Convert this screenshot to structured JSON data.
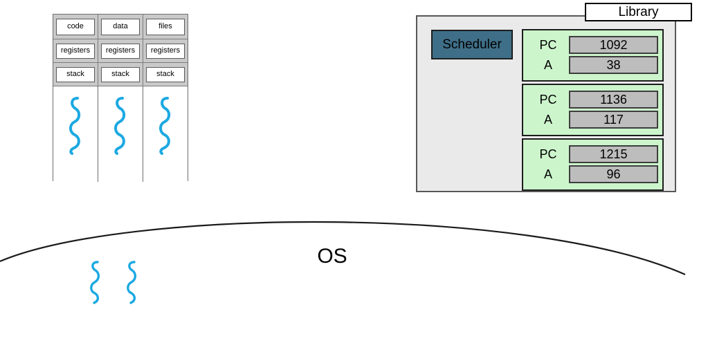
{
  "process_diagram": {
    "name": "process-memory-and-threads",
    "rows": [
      {
        "name": "segments",
        "cells": [
          "code",
          "data",
          "files"
        ]
      },
      {
        "name": "registers",
        "cells": [
          "registers",
          "registers",
          "registers"
        ]
      },
      {
        "name": "stacks",
        "cells": [
          "stack",
          "stack",
          "stack"
        ]
      }
    ],
    "thread_columns": [
      {
        "icon": "thread-squiggle-icon"
      },
      {
        "icon": "thread-squiggle-icon"
      },
      {
        "icon": "thread-squiggle-icon"
      }
    ]
  },
  "library_panel": {
    "tab_label": "Library",
    "scheduler_label": "Scheduler",
    "threads": [
      {
        "name": "thread-1",
        "registers": [
          {
            "label": "PC",
            "value": "1092"
          },
          {
            "label": "A",
            "value": "38"
          }
        ]
      },
      {
        "name": "thread-2",
        "registers": [
          {
            "label": "PC",
            "value": "1136"
          },
          {
            "label": "A",
            "value": "117"
          }
        ]
      },
      {
        "name": "thread-3",
        "registers": [
          {
            "label": "PC",
            "value": "1215"
          },
          {
            "label": "A",
            "value": "96"
          }
        ]
      }
    ]
  },
  "os_layer": {
    "label": "OS",
    "boundary_icon": "os-boundary-arc-icon",
    "kernel_threads": [
      {
        "icon": "thread-squiggle-icon"
      },
      {
        "icon": "thread-squiggle-icon"
      }
    ]
  },
  "colors": {
    "thread_squiggle": "#1ca9e2",
    "library_thread_fill": "#ccf5cc",
    "library_panel_fill": "#eaeaea",
    "register_value_fill": "#bdbdbd",
    "scheduler_fill": "#3f6f88",
    "process_band_fill": "#c9c9c9",
    "outline": "#1d1d1d"
  }
}
